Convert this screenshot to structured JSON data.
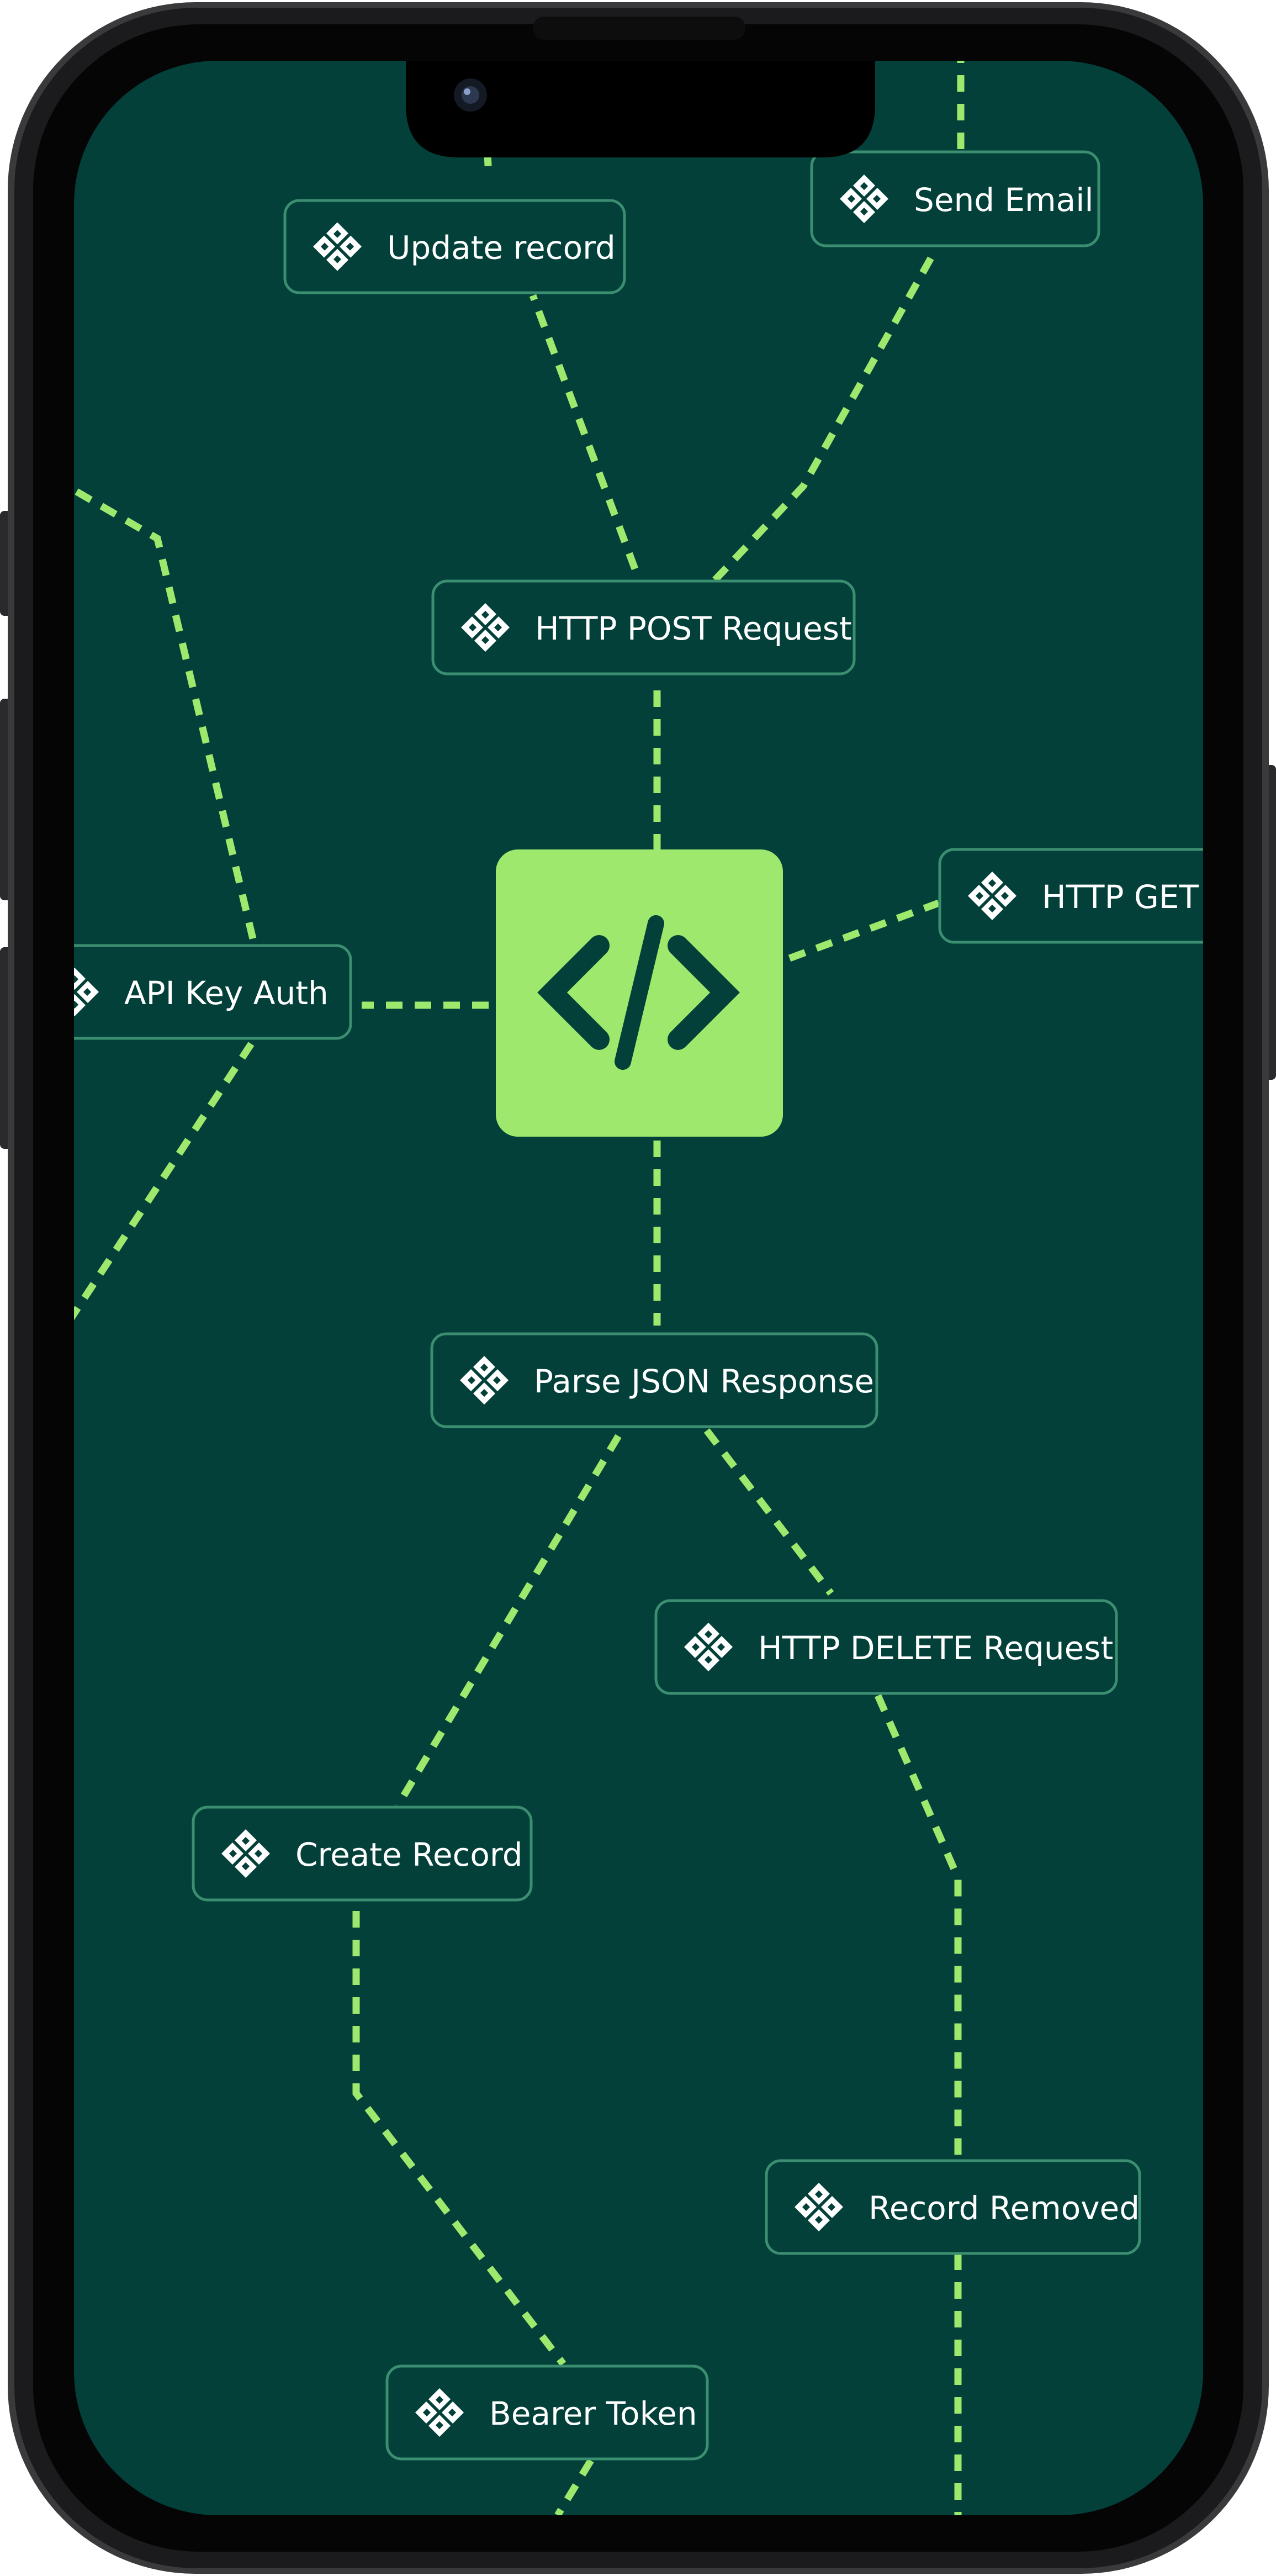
{
  "colors": {
    "screen_bg": "#024039",
    "accent": "#9de86d",
    "node_bg": "#024039",
    "node_border": "#3b8e6f",
    "node_text": "#ffffff",
    "phone_frame": "#1d1d1f"
  },
  "center": {
    "icon": "code-brackets-icon"
  },
  "nodes": [
    {
      "id": "update-record",
      "label": "Update record",
      "icon": "workflow-node-icon"
    },
    {
      "id": "send-email",
      "label": "Send Email",
      "icon": "workflow-node-icon"
    },
    {
      "id": "http-post",
      "label": "HTTP POST Request",
      "icon": "workflow-node-icon"
    },
    {
      "id": "http-get",
      "label": "HTTP GET",
      "icon": "workflow-node-icon"
    },
    {
      "id": "api-key-auth",
      "label": "API Key Auth",
      "icon": "workflow-node-icon"
    },
    {
      "id": "parse-json",
      "label": "Parse JSON Response",
      "icon": "workflow-node-icon"
    },
    {
      "id": "http-delete",
      "label": "HTTP DELETE Request",
      "icon": "workflow-node-icon"
    },
    {
      "id": "create-record",
      "label": "Create Record",
      "icon": "workflow-node-icon"
    },
    {
      "id": "record-removed",
      "label": "Record Removed",
      "icon": "workflow-node-icon"
    },
    {
      "id": "bearer-token",
      "label": "Bearer Token",
      "icon": "workflow-node-icon"
    }
  ]
}
